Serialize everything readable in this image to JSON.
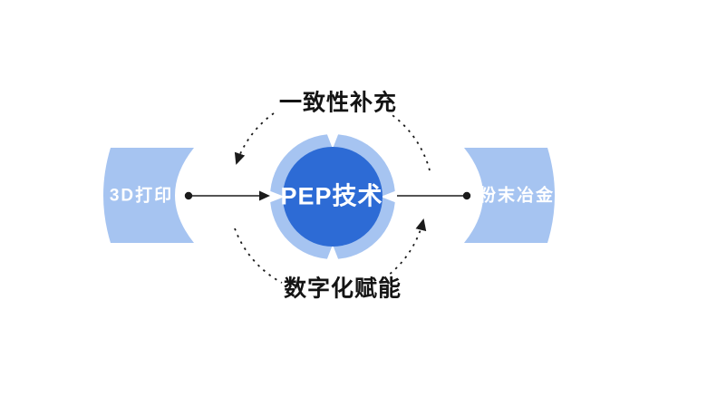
{
  "diagram": {
    "type": "cycle-diagram",
    "center_node": {
      "label": "PEP技术"
    },
    "left_node": {
      "label": "3D打印"
    },
    "right_node": {
      "label": "粉末冶金"
    },
    "top_cycle_label": "一致性补充",
    "bottom_cycle_label": "数字化赋能",
    "flow_direction": "counterclockwise"
  },
  "colors": {
    "light_blue": "#A6C4F1",
    "dark_blue": "#2D6BD5",
    "line_black": "#1b1b1b",
    "background": "#ffffff",
    "label_text": "#141414",
    "node_text": "#ffffff"
  }
}
